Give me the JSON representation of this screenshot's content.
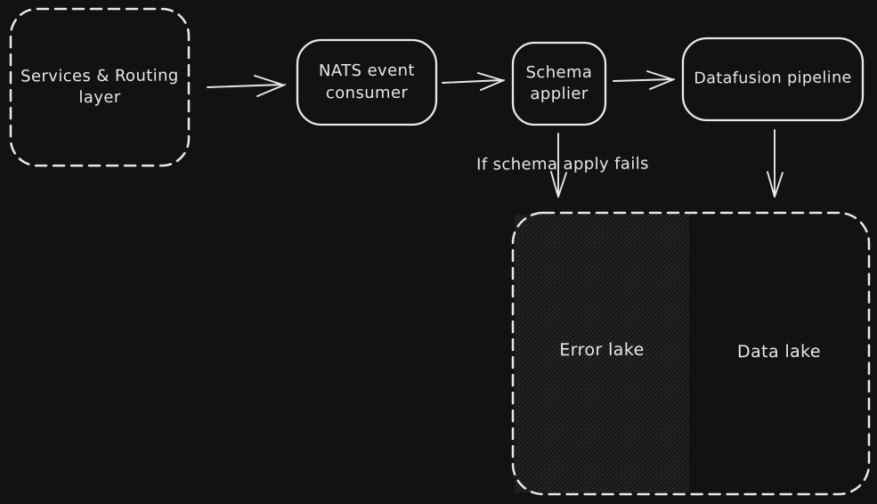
{
  "colors": {
    "background": "#121212",
    "stroke": "#e8e8e8",
    "hatch": "#2d2d2d",
    "hatch_bg": "#161616"
  },
  "nodes": {
    "services": {
      "line1": "Services & Routing",
      "line2": "layer",
      "border": "dashed"
    },
    "nats": {
      "line1": "NATS event",
      "line2": "consumer",
      "border": "solid"
    },
    "schema": {
      "line1": "Schema",
      "line2": "applier",
      "border": "solid"
    },
    "datafusion": {
      "label": "Datafusion pipeline",
      "border": "solid"
    },
    "error_lake": {
      "label": "Error lake",
      "fill": "hachure"
    },
    "data_lake": {
      "label": "Data lake"
    }
  },
  "annotation": {
    "text": "If schema apply fails"
  },
  "edges": [
    {
      "from": "services",
      "to": "nats"
    },
    {
      "from": "nats",
      "to": "schema"
    },
    {
      "from": "schema",
      "to": "datafusion"
    },
    {
      "from": "schema",
      "to": "error_lake",
      "label": "If schema apply fails"
    },
    {
      "from": "datafusion",
      "to": "data_lake"
    }
  ]
}
